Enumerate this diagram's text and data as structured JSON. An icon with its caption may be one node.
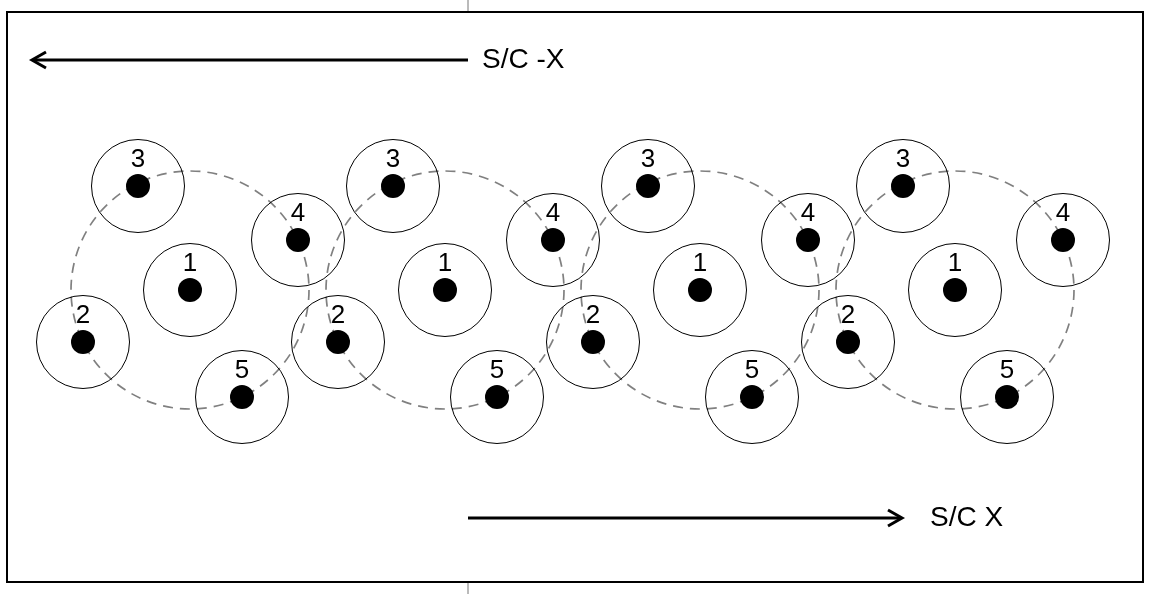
{
  "diagram": {
    "nodes": [
      {
        "text": [
          "3"
        ]
      },
      {
        "text": [
          "4"
        ]
      },
      {
        "text": [
          "1"
        ]
      },
      {
        "text": [
          "2"
        ]
      },
      {
        "text": [
          "5"
        ]
      },
      {
        "text": [
          "3"
        ]
      },
      {
        "text": [
          "4"
        ]
      },
      {
        "text": [
          "1"
        ]
      },
      {
        "text": [
          "2"
        ]
      },
      {
        "text": [
          "5"
        ]
      },
      {
        "text": [
          "3"
        ]
      },
      {
        "text": [
          "4"
        ]
      },
      {
        "text": [
          "1"
        ]
      },
      {
        "text": [
          "2"
        ]
      },
      {
        "text": [
          "5"
        ]
      },
      {
        "text": [
          "3"
        ]
      },
      {
        "text": [
          "4"
        ]
      },
      {
        "text": [
          "1"
        ]
      },
      {
        "text": [
          "2"
        ]
      },
      {
        "text": [
          "5"
        ]
      }
    ],
    "labels": [
      "S/C -X",
      "S/C X"
    ]
  }
}
